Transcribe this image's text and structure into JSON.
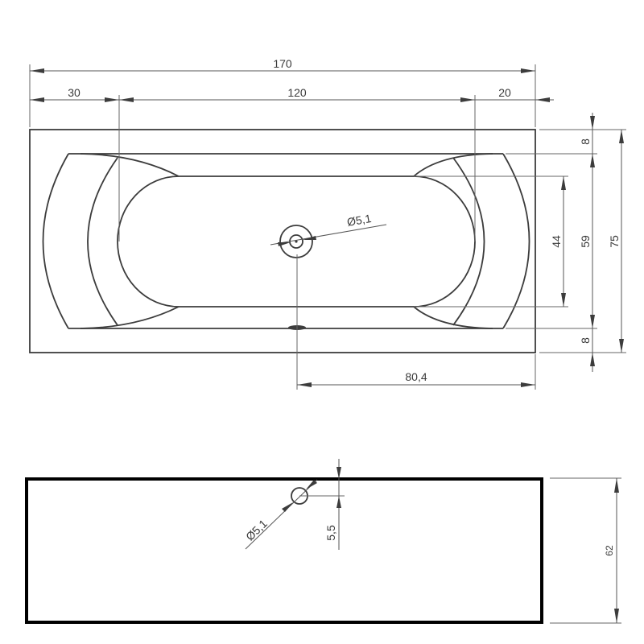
{
  "drawing": {
    "subject": "Bathtub technical drawing",
    "colors": {
      "line": "#3c3c3c",
      "dimension": "#555555",
      "side_outline": "#000000",
      "background": "#ffffff"
    },
    "top_view": {
      "dimensions": {
        "overall_length": "170",
        "left_end": "30",
        "basin_length": "120",
        "right_end": "20",
        "rim_top": "8",
        "rim_bottom": "8",
        "inner_width": "59",
        "basin_width": "44",
        "overall_width": "75",
        "drain_offset": "80,4",
        "drain_diameter": "Ø5,1"
      }
    },
    "side_view": {
      "dimensions": {
        "overflow_diameter": "Ø5,1",
        "overflow_height": "5,5",
        "overall_height": "62"
      }
    }
  }
}
